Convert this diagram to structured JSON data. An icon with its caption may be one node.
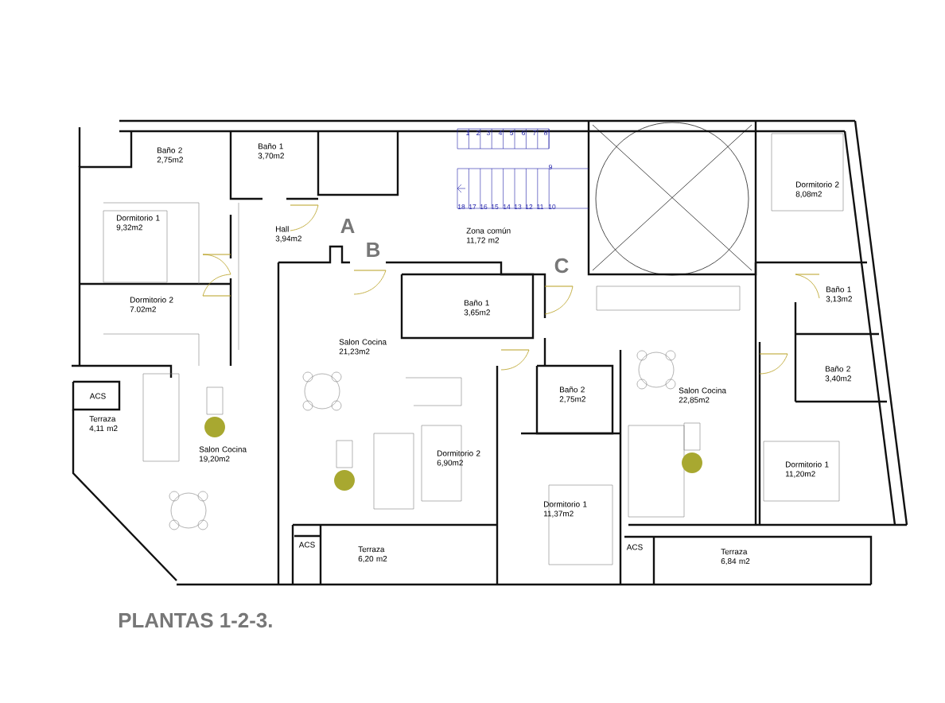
{
  "diagram": {
    "title": "PLANTAS 1-2-3.",
    "labels": [
      "Baño 2 2,75m2",
      "Baño 1 3,70m2",
      "1",
      "2",
      "3",
      "4",
      "5",
      "6",
      "7",
      "8",
      "9",
      "18",
      "17",
      "16",
      "15",
      "14",
      "13",
      "12",
      "11",
      "10",
      "Dormitorio 2 8,08m2",
      "Dormitorio 1 9,32m2",
      "A",
      "Hall 3,94m2",
      "Zona común 11,72 m2",
      "B",
      "C",
      "Baño 1 3,65m2",
      "Baño 1 3,13m2",
      "Dormitorio 2 7.02m2",
      "Salon Cocina 21,23m2",
      "Baño 2 3,40m2",
      "Salon Cocina 22,85m2",
      "ACS",
      "Baño 2 2,75m2",
      "Terraza 4,11 m2",
      "Salon Cocina 19,20m2",
      "Dormitorio 2 6,90m2",
      "Dormitorio 1 11,20m2",
      "Dormitorio 1 11,37m2",
      "ACS",
      "ACS",
      "Terraza 6,20 m2",
      "Terraza 6,84 m2"
    ]
  }
}
